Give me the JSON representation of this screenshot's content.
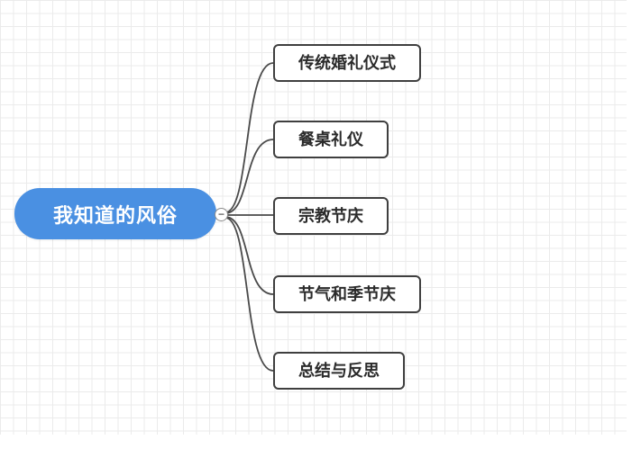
{
  "mindmap": {
    "root": {
      "label": "我知道的风俗"
    },
    "collapse_icon": "−",
    "children": [
      {
        "label": "传统婚礼仪式"
      },
      {
        "label": "餐桌礼仪"
      },
      {
        "label": "宗教节庆"
      },
      {
        "label": "节气和季节庆"
      },
      {
        "label": "总结与反思"
      }
    ],
    "colors": {
      "root_background": "#4a90e2",
      "root_text": "#ffffff",
      "child_border": "#3f3f3f",
      "child_text": "#2b2b2b",
      "edge_stroke": "#4a4a4a",
      "grid_line": "#ebebeb"
    }
  }
}
